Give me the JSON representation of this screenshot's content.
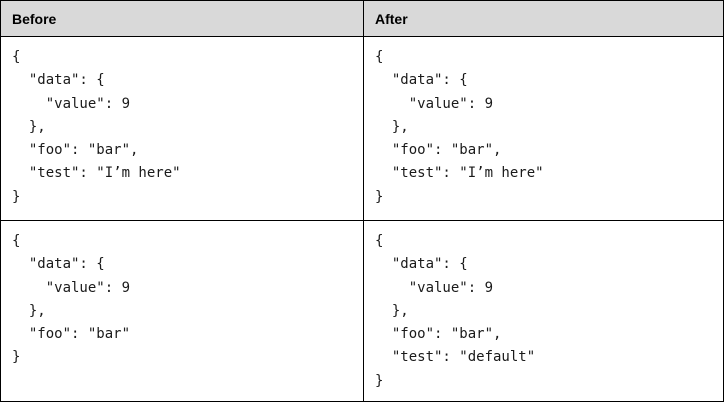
{
  "table": {
    "headers": [
      "Before",
      "After"
    ],
    "rows": [
      {
        "before": "{\n  \"data\": {\n    \"value\": 9\n  },\n  \"foo\": \"bar\",\n  \"test\": \"I’m here\"\n}",
        "after": "{\n  \"data\": {\n    \"value\": 9\n  },\n  \"foo\": \"bar\",\n  \"test\": \"I’m here\"\n}"
      },
      {
        "before": "{\n  \"data\": {\n    \"value\": 9\n  },\n  \"foo\": \"bar\"\n}",
        "after": "{\n  \"data\": {\n    \"value\": 9\n  },\n  \"foo\": \"bar\",\n  \"test\": \"default\"\n}"
      }
    ]
  },
  "colors": {
    "header_bg": "#d9d9d9",
    "border": "#000000",
    "text": "#1a1a1a"
  }
}
